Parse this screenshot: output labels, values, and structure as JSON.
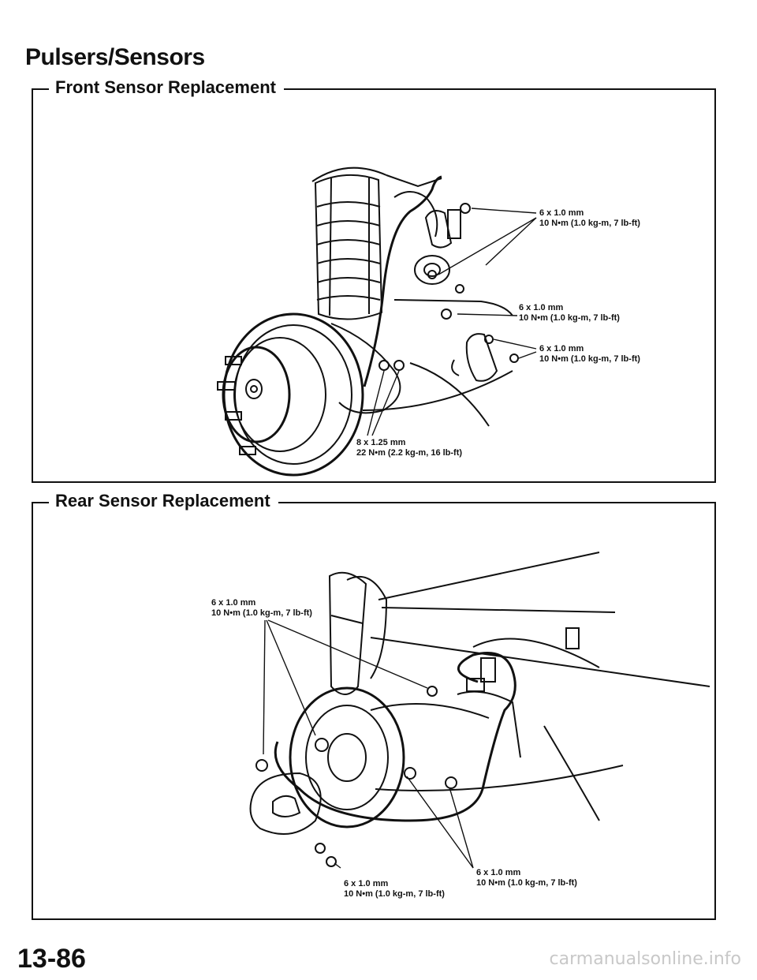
{
  "page": {
    "title": "Pulsers/Sensors",
    "page_number": "13-86",
    "watermark": "carmanualsonline.info"
  },
  "front_section": {
    "title": "Front Sensor Replacement",
    "callouts": [
      {
        "size": "6 x 1.0 mm",
        "torque": "10 N•m (1.0 kg-m, 7 lb-ft)"
      },
      {
        "size": "6 x 1.0 mm",
        "torque": "10 N•m (1.0 kg-m, 7 lb-ft)"
      },
      {
        "size": "6 x 1.0 mm",
        "torque": "10 N•m (1.0 kg-m, 7 lb-ft)"
      },
      {
        "size": "8 x 1.25 mm",
        "torque": "22 N•m (2.2 kg-m, 16 lb-ft)"
      }
    ]
  },
  "rear_section": {
    "title": "Rear Sensor Replacement",
    "callouts": [
      {
        "size": "6 x 1.0 mm",
        "torque": "10 N•m (1.0 kg-m, 7 lb-ft)"
      },
      {
        "size": "6 x 1.0 mm",
        "torque": "10 N•m (1.0 kg-m, 7 lb-ft)"
      },
      {
        "size": "6 x 1.0 mm",
        "torque": "10 N•m (1.0 kg-m, 7 lb-ft)"
      }
    ]
  }
}
